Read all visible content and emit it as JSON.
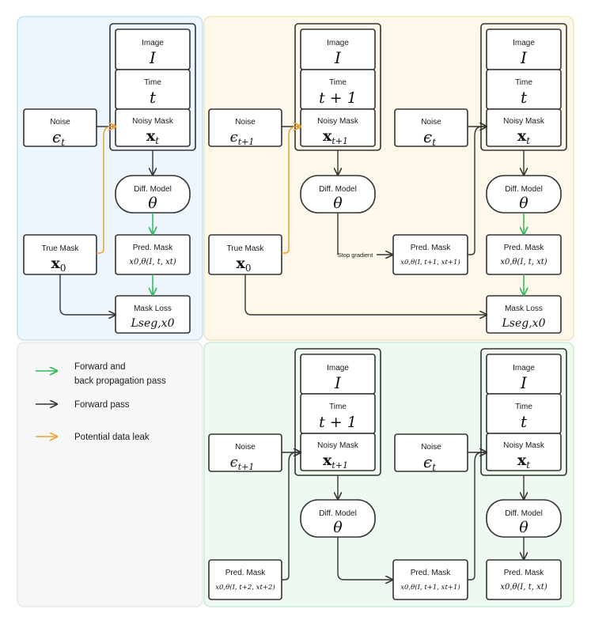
{
  "colors": {
    "forward_backward": "#2db85a",
    "forward": "#333333",
    "leak": "#f0a030",
    "panel_blue": "#eef6fd",
    "panel_yellow": "#fdf8ea",
    "panel_green": "#eef9f0",
    "panel_gray": "#f7f7f7"
  },
  "legend": {
    "forward_backward": "Forward and",
    "forward_backward_2": "back propagation pass",
    "forward": "Forward pass",
    "leak": "Potential data leak"
  },
  "labels": {
    "image": "Image",
    "time": "Time",
    "noisy_mask": "Noisy Mask",
    "noise": "Noise",
    "diff_model": "Diff. Model",
    "true_mask": "True Mask",
    "pred_mask": "Pred. Mask",
    "mask_loss": "Mask Loss",
    "stop_gradient": "Stop gradient"
  },
  "math": {
    "I": "I",
    "t": "t",
    "t_plus_1": "t + 1",
    "x_t": "x",
    "x_t_sub": "t",
    "x_t1_sub": "t+1",
    "eps": "ϵ",
    "eps_t_sub": "t",
    "eps_t1_sub": "t+1",
    "theta": "θ",
    "x0": "x",
    "x0_sub": "0",
    "pred_t": "x0,θ(I, t, xt)",
    "pred_t1": "x0,θ(I, t+1, xt+1)",
    "pred_t2": "x0,θ(I, t+2, xt+2)",
    "loss": "Lseg,x0"
  }
}
